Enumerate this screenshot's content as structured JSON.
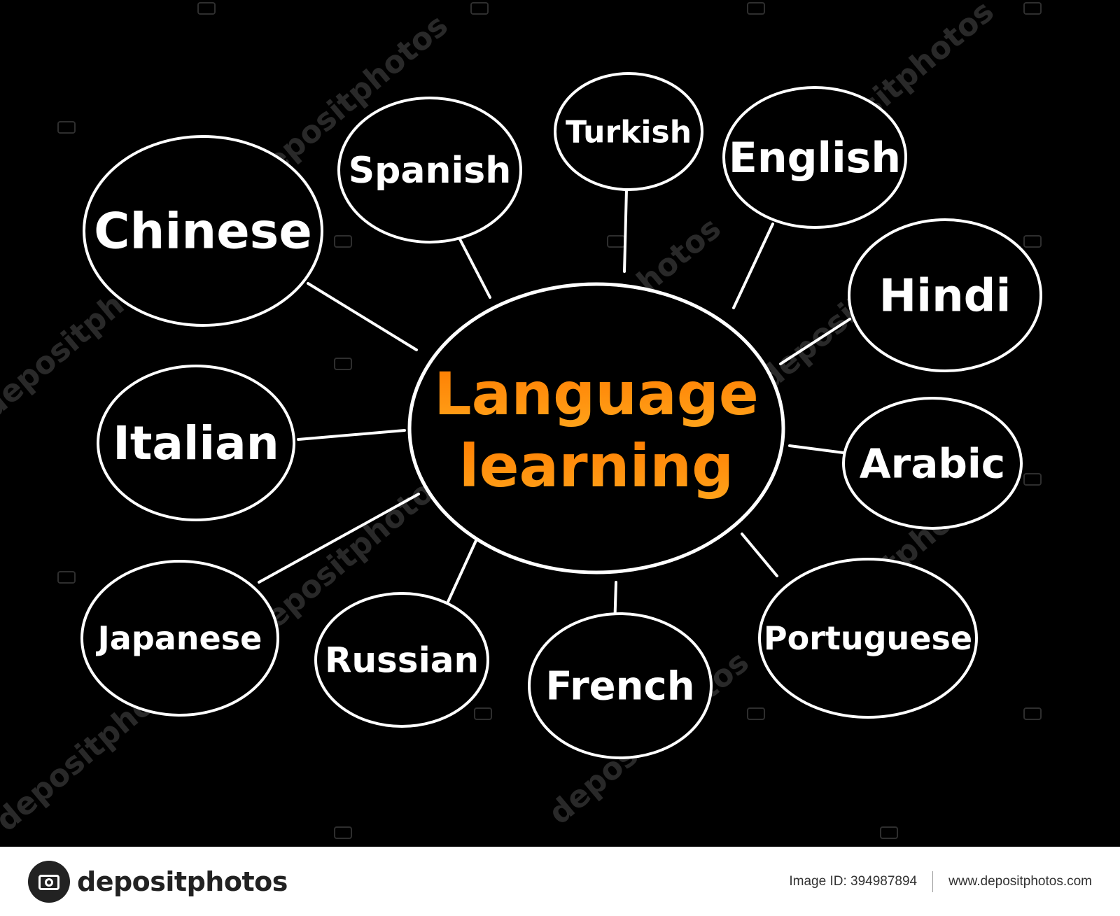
{
  "diagram": {
    "center": {
      "line1": "Language",
      "line2": "learning"
    },
    "nodes": [
      {
        "id": "chinese",
        "label": "Chinese"
      },
      {
        "id": "spanish",
        "label": "Spanish"
      },
      {
        "id": "turkish",
        "label": "Turkish"
      },
      {
        "id": "english",
        "label": "English"
      },
      {
        "id": "hindi",
        "label": "Hindi"
      },
      {
        "id": "italian",
        "label": "Italian"
      },
      {
        "id": "arabic",
        "label": "Arabic"
      },
      {
        "id": "japanese",
        "label": "Japanese"
      },
      {
        "id": "russian",
        "label": "Russian"
      },
      {
        "id": "french",
        "label": "French"
      },
      {
        "id": "portuguese",
        "label": "Portuguese"
      }
    ],
    "colors": {
      "background": "#000000",
      "stroke": "#ffffff",
      "center_text_top": "#ff8c00",
      "center_text_bottom": "#ffa500"
    }
  },
  "watermark": {
    "text": "depositphotos"
  },
  "footer": {
    "brand": "depositphotos",
    "image_id": "Image ID: 394987894",
    "website": "www.depositphotos.com",
    "logo_icon": "camera-logo-icon"
  }
}
